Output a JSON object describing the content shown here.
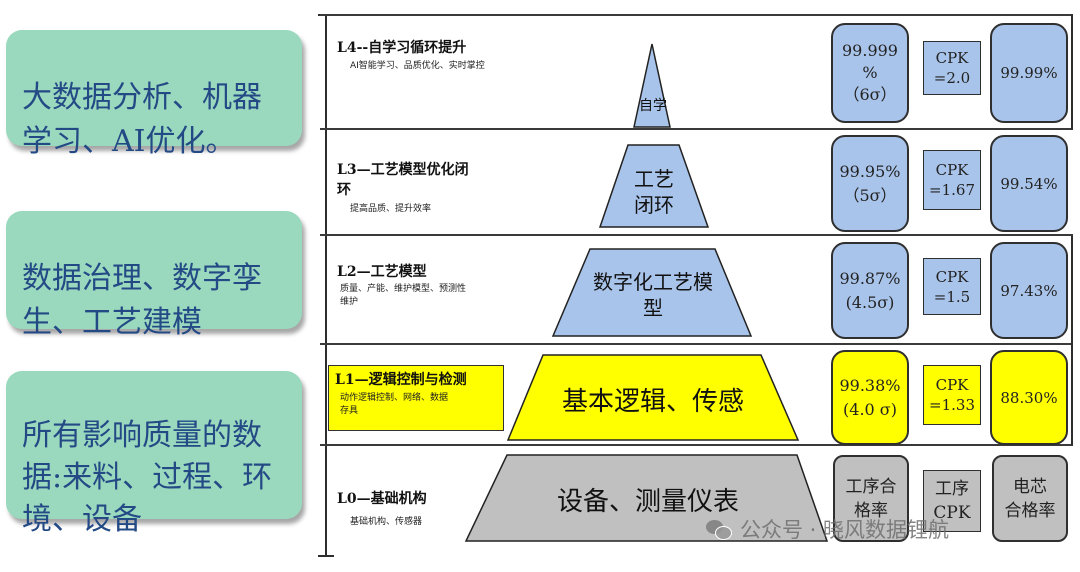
{
  "callouts": [
    {
      "text": "大数据分析、机器\n学习、AI优化。"
    },
    {
      "text": "数据治理、数字孪\n生、工艺建模"
    },
    {
      "text": "所有影响质量的数\n据:来料、过程、环\n境、设备"
    }
  ],
  "levels": [
    {
      "title": "L4--自学习循环提升",
      "subtitle": "AI智能学习、品质优化、实时掌控",
      "pyramid": "自学",
      "yield": "99.999\n%\n（6σ）",
      "cpk": "CPK\n=2.0",
      "cell_yield": "99.99%"
    },
    {
      "title": "L3—工艺模型优化闭\n环",
      "subtitle": "提高品质、提升效率",
      "pyramid": "工艺\n闭环",
      "yield": "99.95%\n（5σ）",
      "cpk": "CPK\n=1.67",
      "cell_yield": "99.54%"
    },
    {
      "title": "L2—工艺模型",
      "subtitle": "质量、产能、维护模型、预测性\n维护",
      "pyramid": "数字化工艺模\n型",
      "yield": "99.87%\n(4.5σ)",
      "cpk": "CPK\n=1.5",
      "cell_yield": "97.43%"
    },
    {
      "title": "L1—逻辑控制与检测",
      "subtitle": "动作逻辑控制、网络、数据\n存具",
      "pyramid": "基本逻辑、传感",
      "yield": "99.38%\n(4.0 σ)",
      "cpk": "CPK\n=1.33",
      "cell_yield": "88.30%"
    },
    {
      "title": "L0—基础机构",
      "subtitle": "基础机构、传感器",
      "pyramid": "设备、测量仪表",
      "yield": "工序合\n格率",
      "cpk": "工序\nCPK",
      "cell_yield": "电芯\n合格率"
    }
  ],
  "colors": {
    "callout_bg": "#9ad9be",
    "callout_text": "#244a86",
    "blue": "#a9c4ea",
    "yellow": "#ffff00",
    "gray": "#c0c0c0"
  },
  "watermark": "公众号 · 晓风数据锂航"
}
